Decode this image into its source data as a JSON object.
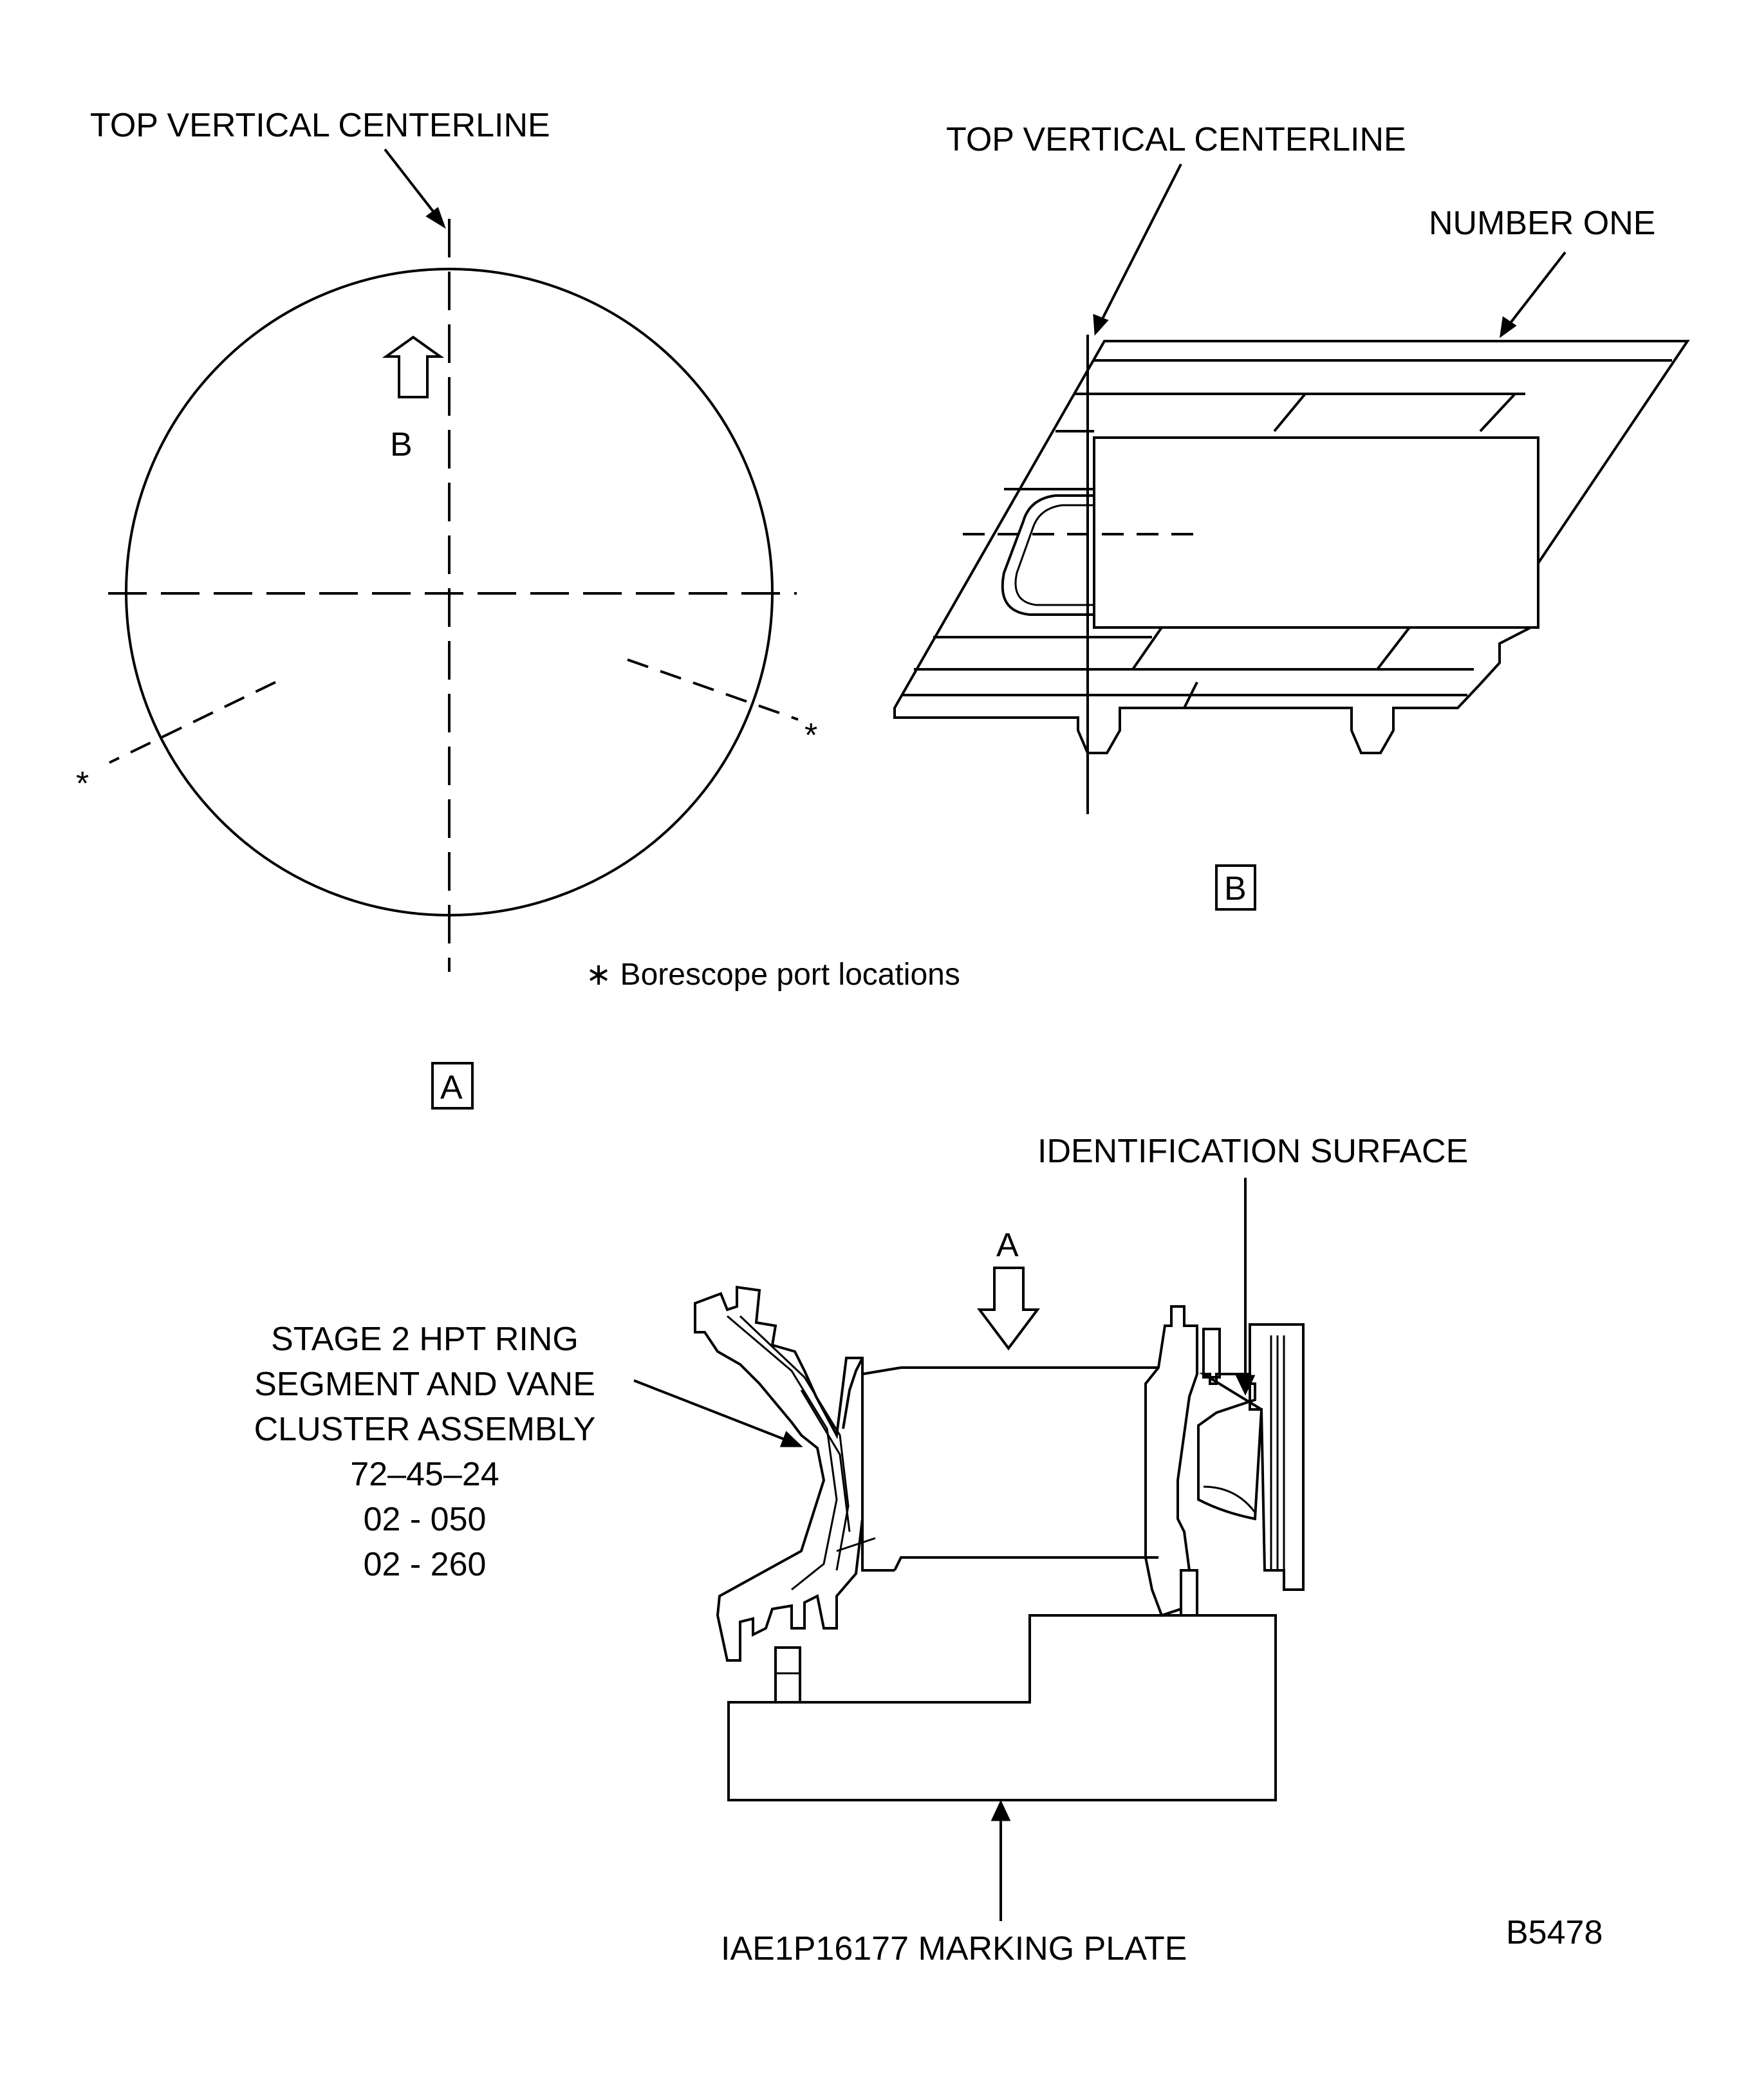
{
  "labels": {
    "top_centerline_a": "TOP VERTICAL CENTERLINE",
    "top_centerline_b": "TOP VERTICAL CENTERLINE",
    "number_one": "NUMBER ONE",
    "view_arrow_b": "B",
    "view_b_box": "B",
    "view_a_box": "A",
    "view_arrow_a": "A",
    "asterisk": "*",
    "borescope_note": "∗ Borescope port locations",
    "identification_surface": "IDENTIFICATION SURFACE",
    "assembly_line1": "STAGE 2 HPT RING",
    "assembly_line2": "SEGMENT AND VANE",
    "assembly_line3": "CLUSTER ASSEMBLY",
    "assembly_line4": "72–45–24",
    "assembly_line5": "02 - 050",
    "assembly_line6": "02 - 260",
    "marking_plate": "IAE1P16177 MARKING PLATE",
    "figure_id": "B5478"
  }
}
